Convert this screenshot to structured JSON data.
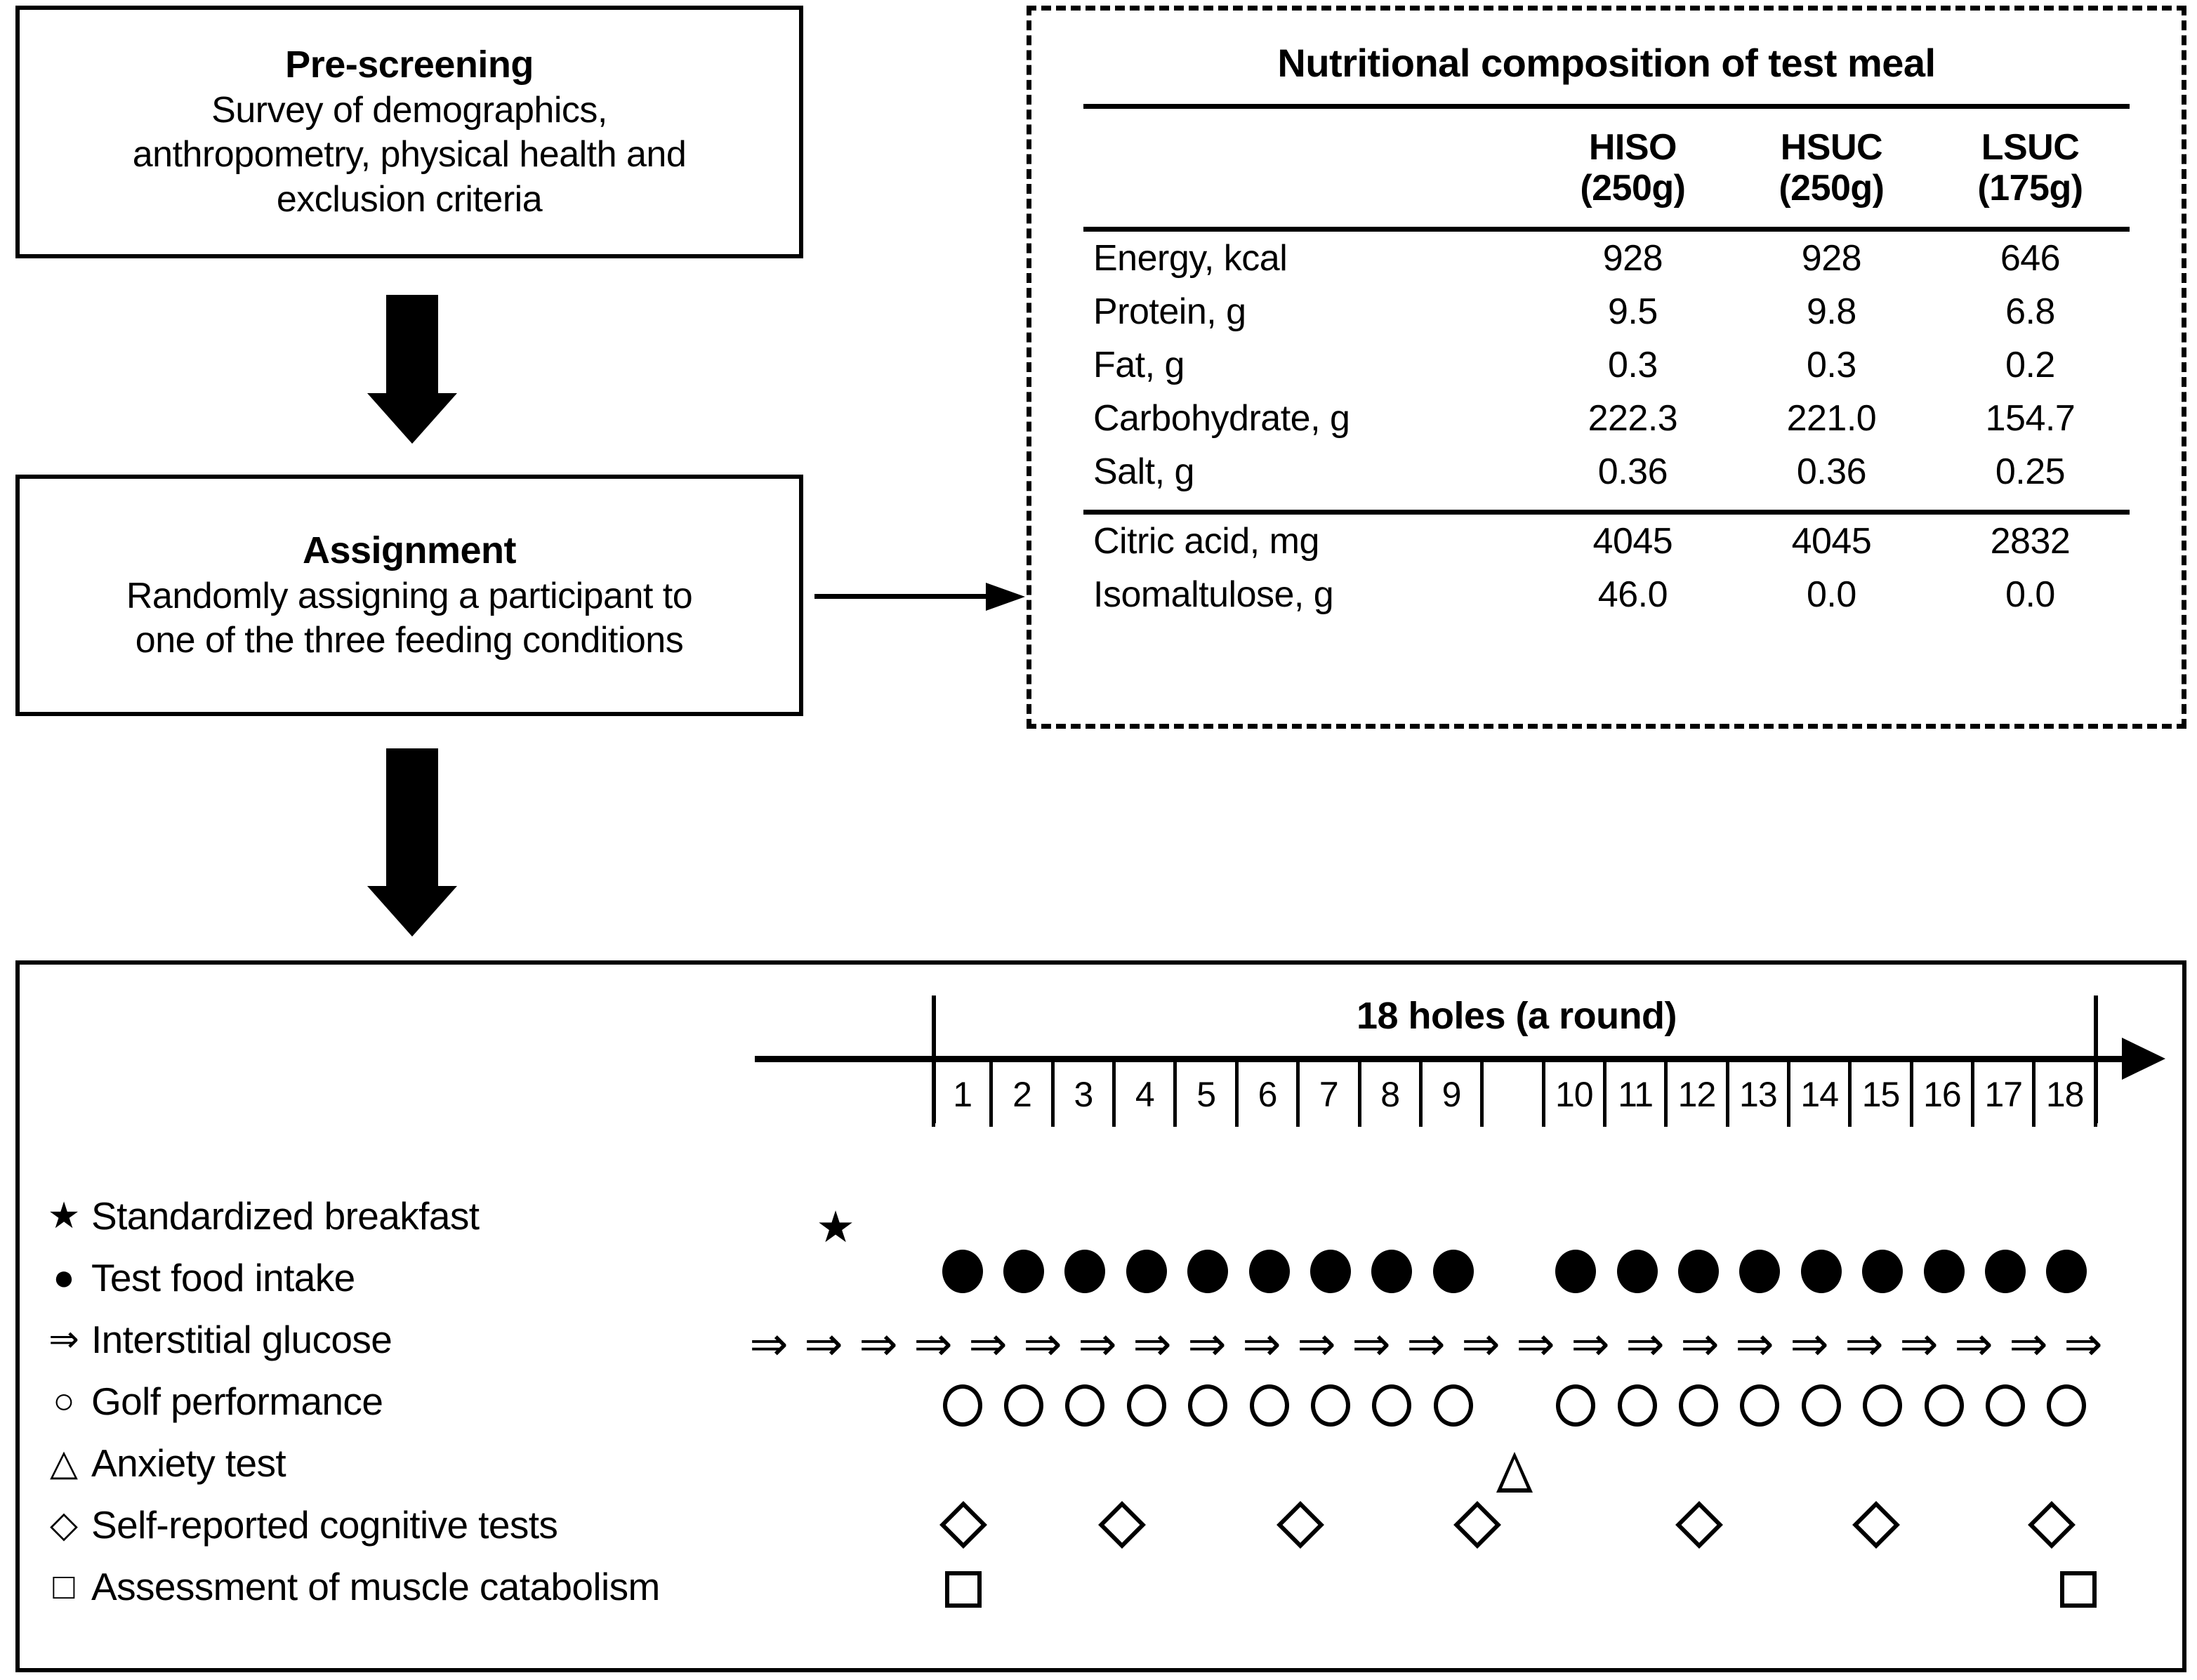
{
  "flow": {
    "prescreening": {
      "title": "Pre-screening",
      "line1": "Survey of demographics,",
      "line2": "anthropometry, physical health and",
      "line3": "exclusion criteria"
    },
    "assignment": {
      "title": "Assignment",
      "line1": "Randomly assigning a participant to",
      "line2": "one of the three feeding conditions"
    },
    "arrow_down_1": "down-block-arrow",
    "arrow_down_2": "down-block-arrow",
    "arrow_to_table": "right-arrow"
  },
  "table": {
    "title": "Nutritional composition of test meal",
    "columns": [
      {
        "name": "HISO",
        "amount": "(250g)"
      },
      {
        "name": "HSUC",
        "amount": "(250g)"
      },
      {
        "name": "LSUC",
        "amount": "(175g)"
      }
    ],
    "rows": [
      {
        "label": "Energy, kcal",
        "values": [
          "928",
          "928",
          "646"
        ]
      },
      {
        "label": "Protein, g",
        "values": [
          "9.5",
          "9.8",
          "6.8"
        ]
      },
      {
        "label": "Fat, g",
        "values": [
          "0.3",
          "0.3",
          "0.2"
        ]
      },
      {
        "label": "Carbohydrate, g",
        "values": [
          "222.3",
          "221.0",
          "154.7"
        ]
      },
      {
        "label": "Salt, g",
        "values": [
          "0.36",
          "0.36",
          "0.25"
        ]
      }
    ],
    "rows_extra": [
      {
        "label": "Citric acid, mg",
        "values": [
          "4045",
          "4045",
          "2832"
        ]
      },
      {
        "label": "Isomaltulose, g",
        "values": [
          "46.0",
          "0.0",
          "0.0"
        ]
      }
    ]
  },
  "timeline": {
    "round_label": "18 holes (a round)",
    "holes": [
      "1",
      "2",
      "3",
      "4",
      "5",
      "6",
      "7",
      "8",
      "9",
      "",
      "10",
      "11",
      "12",
      "13",
      "14",
      "15",
      "16",
      "17",
      "18"
    ],
    "legend": [
      {
        "symbol": "star",
        "glyph": "★",
        "label": "Standardized breakfast"
      },
      {
        "symbol": "filled-circle",
        "glyph": "●",
        "label": "Test food intake"
      },
      {
        "symbol": "double-arrow",
        "glyph": "⇒",
        "label": "Interstitial glucose"
      },
      {
        "symbol": "open-circle",
        "glyph": "○",
        "label": "Golf performance"
      },
      {
        "symbol": "triangle",
        "glyph": "△",
        "label": "Anxiety test"
      },
      {
        "symbol": "diamond",
        "glyph": "◇",
        "label": "Self-reported cognitive tests"
      },
      {
        "symbol": "square",
        "glyph": "□",
        "label": "Assessment of muscle catabolism"
      }
    ],
    "markers": {
      "standardized_breakfast_count": 1,
      "test_food_intake_count": 18,
      "interstitial_glucose_count": 25,
      "golf_performance_count": 18,
      "anxiety_test_count": 1,
      "cognitive_tests_count": 7,
      "muscle_catabolism_count": 2
    }
  },
  "colors": {
    "ink": "#000000",
    "paper": "#ffffff"
  }
}
